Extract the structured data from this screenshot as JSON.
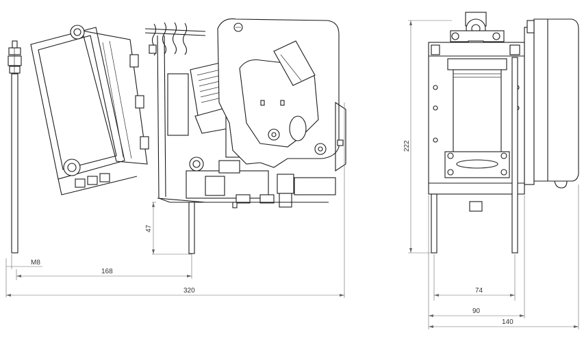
{
  "dimensions": {
    "m8": "M8",
    "d168": "168",
    "d320": "320",
    "d47": "47",
    "d222": "222",
    "d74": "74",
    "d90": "90",
    "d140": "140"
  }
}
